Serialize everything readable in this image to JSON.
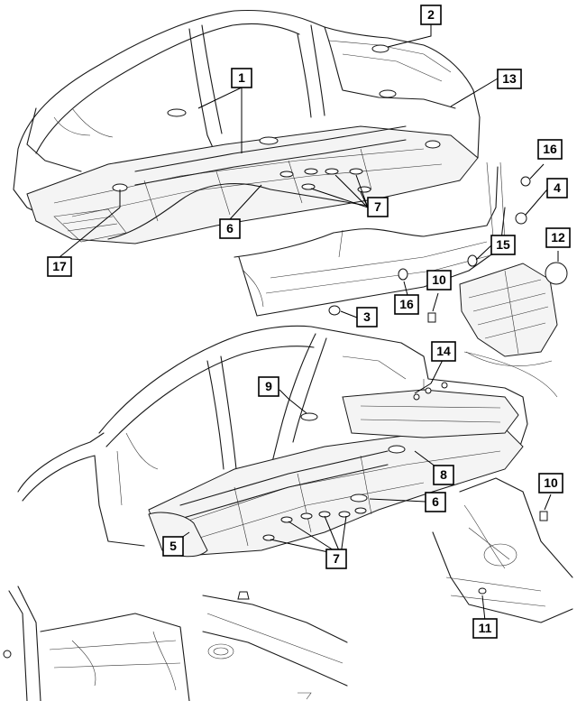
{
  "callouts": [
    {
      "label": "1"
    },
    {
      "label": "2"
    },
    {
      "label": "13"
    },
    {
      "label": "16"
    },
    {
      "label": "4"
    },
    {
      "label": "7"
    },
    {
      "label": "6"
    },
    {
      "label": "17"
    },
    {
      "label": "15"
    },
    {
      "label": "12"
    },
    {
      "label": "10"
    },
    {
      "label": "16"
    },
    {
      "label": "3"
    },
    {
      "label": "14"
    },
    {
      "label": "9"
    },
    {
      "label": "8"
    },
    {
      "label": "6"
    },
    {
      "label": "10"
    },
    {
      "label": "5"
    },
    {
      "label": "7"
    },
    {
      "label": "11"
    }
  ],
  "colors": {
    "line": "#1a1a1a",
    "background": "#ffffff"
  }
}
